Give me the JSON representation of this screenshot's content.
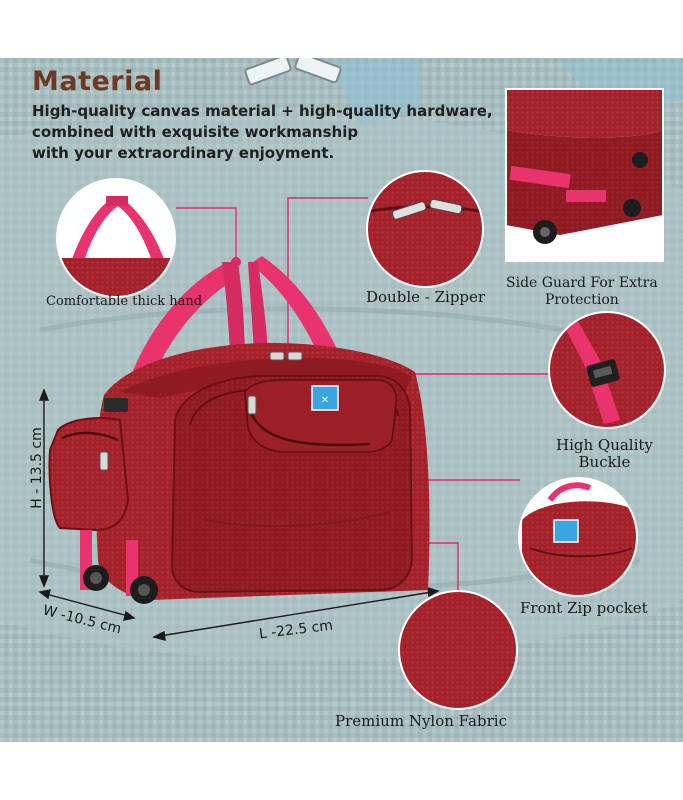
{
  "header": {
    "title": "Material",
    "description_lines": [
      "High-quality canvas material + high-quality hardware,",
      "combined with exquisite workmanship",
      "with your extraordinary enjoyment."
    ]
  },
  "features": {
    "handle": "Comfortable thick hand",
    "zipper": "Double - Zipper",
    "side_guard_line1": "Side Guard For Extra",
    "side_guard_line2": "Protection",
    "buckle_line1": "High Quality",
    "buckle_line2": "Buckle",
    "front_pocket": "Front Zip pocket",
    "fabric": "Premium Nylon Fabric"
  },
  "dimensions": {
    "height": "H - 13.5 cm",
    "width": "W -10.5 cm",
    "length": "L -22.5 cm"
  },
  "colors": {
    "bag": "#a3222a",
    "bag_dark": "#7e161d",
    "strap": "#e8336f",
    "background_fabric": "#a7bcbe",
    "title": "#6b3a24",
    "callout_line": "#e02a6b"
  },
  "icons": {
    "brand_tag": "bag-brand-tag",
    "wheel": "bag-wheel"
  }
}
